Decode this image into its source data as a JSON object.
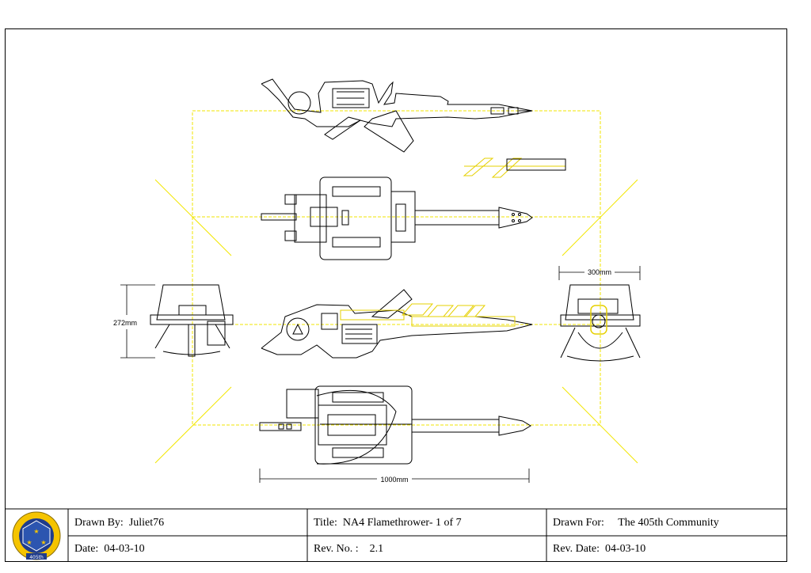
{
  "titleblock": {
    "drawn_by_label": "Drawn By:",
    "drawn_by": "Juliet76",
    "title_label": "Title:",
    "title": "NA4 Flamethrower- 1 of 7",
    "drawn_for_label": "Drawn For:",
    "drawn_for": "The 405th Community",
    "date_label": "Date:",
    "date": "04-03-10",
    "rev_no_label": "Rev. No. :",
    "rev_no": "2.1",
    "rev_date_label": "Rev. Date:",
    "rev_date": "04-03-10"
  },
  "dimensions": {
    "length": "1000mm",
    "width": "300mm",
    "height": "272mm"
  },
  "logo": {
    "text": "405th"
  },
  "colors": {
    "guide": "#ffff00",
    "line": "#000000",
    "paper": "#ffffff"
  }
}
